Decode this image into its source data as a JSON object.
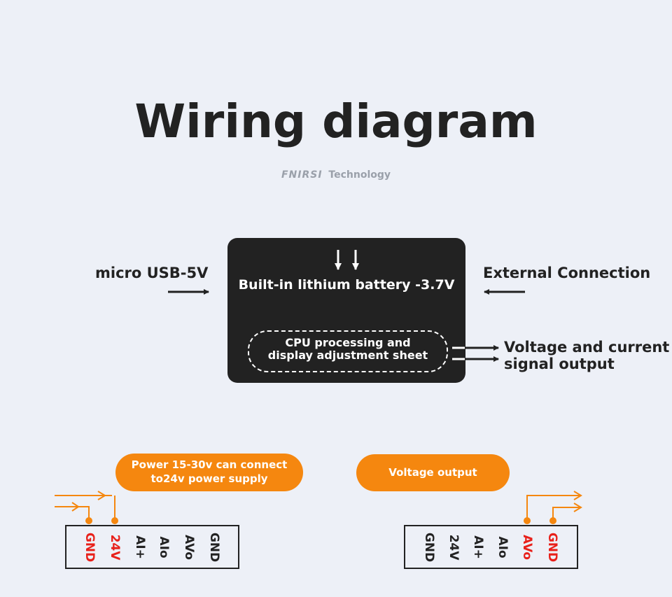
{
  "title": "Wiring diagram",
  "brand": {
    "logo": "FNIRSI",
    "text": "Technology"
  },
  "device": {
    "battery_label": "Built-in lithium battery -3.7V",
    "cpu_label_line1": "CPU processing and",
    "cpu_label_line2": "display adjustment sheet"
  },
  "inputs": {
    "usb_label": "micro USB-5V",
    "external_label": "External Connection"
  },
  "output": {
    "signal_line1": "Voltage and current",
    "signal_line2": "signal output"
  },
  "notes": {
    "power_line1": "Power 15-30v can connect",
    "power_line2": "to24v power supply",
    "voltage_output": "Voltage output"
  },
  "terminal_left": {
    "pins": [
      "GND",
      "24V",
      "AI+",
      "AIo",
      "AVo",
      "GND"
    ],
    "highlighted": [
      0,
      1
    ]
  },
  "terminal_right": {
    "pins": [
      "GND",
      "24V",
      "AI+",
      "AIo",
      "AVo",
      "GND"
    ],
    "highlighted": [
      4,
      5
    ]
  },
  "colors": {
    "background": "#edf0f7",
    "dark": "#222222",
    "accent_orange": "#f5870f",
    "highlight_red": "#e8201a"
  }
}
